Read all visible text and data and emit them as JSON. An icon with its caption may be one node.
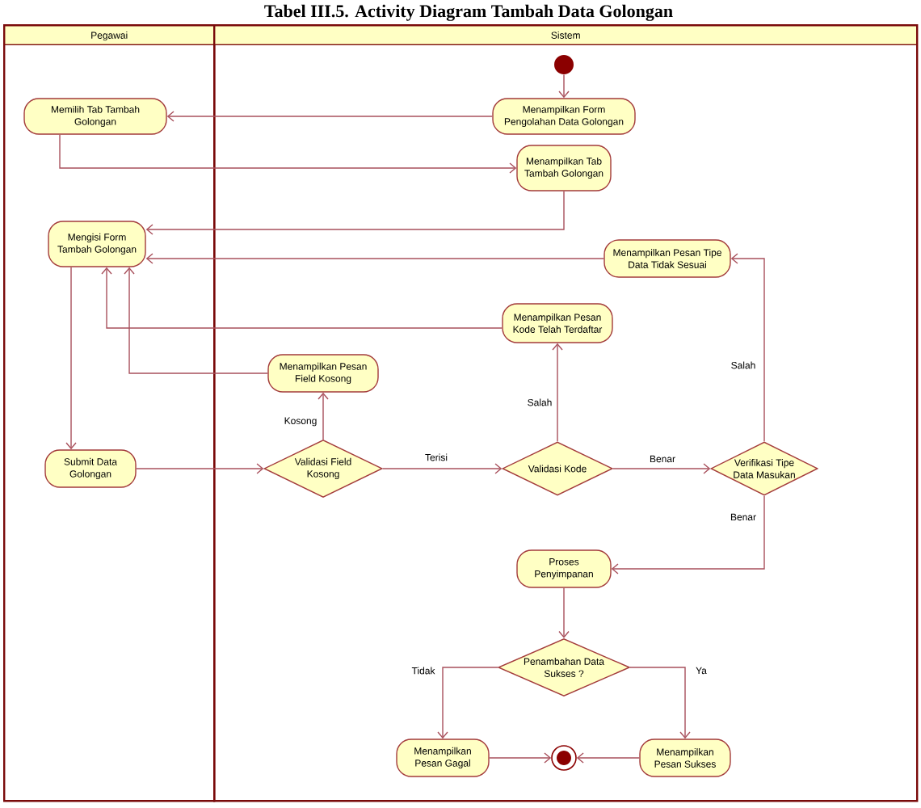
{
  "diagram": {
    "title": "Tabel III.5. Activity Diagram Tambah Data Golongan",
    "nodes": [
      {
        "text": [
          "Pegawai"
        ]
      },
      {
        "text": [
          "Sistem"
        ]
      },
      {
        "text": [],
        "shape": "circle",
        "in": 1
      },
      {
        "text": [
          "Menampilkan Form Pengolahan Data Golongan"
        ],
        "in": 1
      },
      {
        "text": [
          "Memilih Tab Tambah Golongan"
        ],
        "in": 0
      },
      {
        "text": [
          "Menampilkan Tab Tambah Golongan"
        ],
        "in": 1
      },
      {
        "text": [
          "Mengisi Form Tambah Golongan"
        ],
        "in": 0
      },
      {
        "text": [
          "Menampilkan Pesan Tipe Data Tidak Sesuai"
        ],
        "in": 1
      },
      {
        "text": [
          "Menampilkan Pesan Kode Telah Terdaftar"
        ],
        "in": 1
      },
      {
        "text": [
          "Menampilkan Pesan Field Kosong"
        ],
        "in": 1
      },
      {
        "text": [
          "Submit Data Golongan"
        ],
        "in": 0
      },
      {
        "text": [
          "Validasi Field Kosong"
        ],
        "in": 1
      },
      {
        "text": [
          "Validasi Kode"
        ],
        "in": 1
      },
      {
        "text": [
          "Verifikasi Tipe Data Masukan"
        ],
        "in": 1
      },
      {
        "text": [
          "Proses Penyimpanan"
        ],
        "in": 1
      },
      {
        "text": [
          "Penambahan Data Sukses ?"
        ],
        "in": 1
      },
      {
        "text": [
          "Menampilkan Pesan Gagal"
        ],
        "in": 1
      },
      {
        "text": [],
        "shape": "bullseye",
        "in": 1
      },
      {
        "text": [
          "Menampilkan Pesan Sukses"
        ],
        "in": 1
      }
    ],
    "edges": [
      {
        "from": 2,
        "to": 3,
        "arrow": "to"
      },
      {
        "from": 3,
        "to": 4,
        "arrow": "to"
      },
      {
        "from": 4,
        "to": 5,
        "arrow": "to"
      },
      {
        "from": 5,
        "to": 6,
        "arrow": "to"
      },
      {
        "from": 7,
        "to": 6,
        "arrow": "to"
      },
      {
        "from": 8,
        "to": 6,
        "arrow": "to"
      },
      {
        "from": 9,
        "to": 6,
        "arrow": "to"
      },
      {
        "from": 6,
        "to": 10,
        "arrow": "to"
      },
      {
        "from": 10,
        "to": 11,
        "arrow": "to"
      },
      {
        "from": 11,
        "to": 9,
        "arrow": "to",
        "label": "Kosong"
      },
      {
        "from": 11,
        "to": 12,
        "arrow": "to",
        "label": "Terisi"
      },
      {
        "from": 12,
        "to": 8,
        "arrow": "to",
        "label": "Salah"
      },
      {
        "from": 12,
        "to": 13,
        "arrow": "to",
        "label": "Benar"
      },
      {
        "from": 13,
        "to": 7,
        "arrow": "to",
        "label": "Salah"
      },
      {
        "from": 13,
        "to": 14,
        "arrow": "to",
        "label": "Benar"
      },
      {
        "from": 14,
        "to": 15,
        "arrow": "to"
      },
      {
        "from": 15,
        "to": 16,
        "arrow": "to",
        "label": "Tidak"
      },
      {
        "from": 15,
        "to": 18,
        "arrow": "to",
        "label": "Ya"
      },
      {
        "from": 16,
        "to": 17,
        "arrow": "to"
      },
      {
        "from": 18,
        "to": 17,
        "arrow": "to"
      }
    ]
  }
}
